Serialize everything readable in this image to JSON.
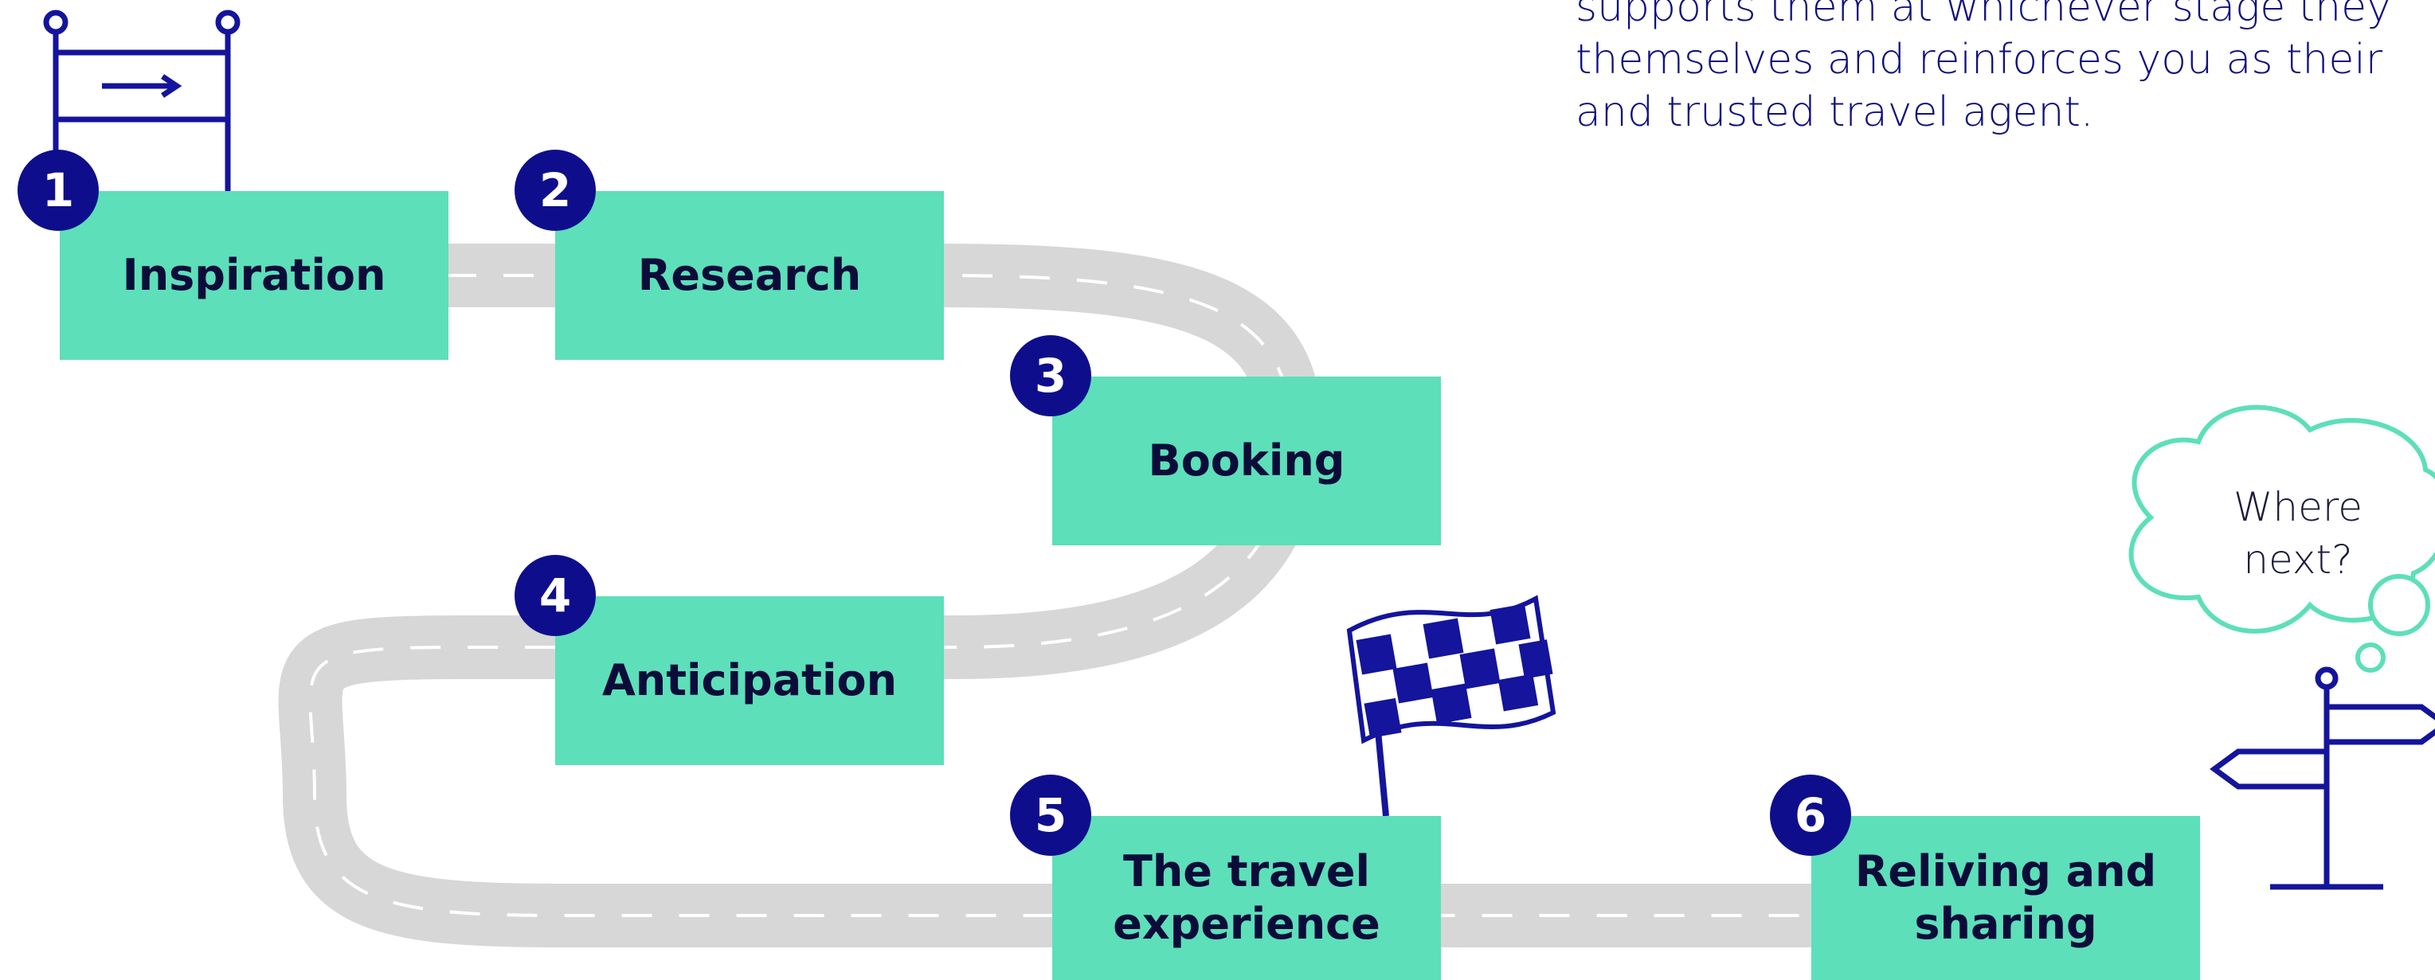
{
  "intro_text": {
    "line1": "supports them at whichever stage they",
    "line2": "themselves and reinforces you as their",
    "line3": "and trusted travel agent."
  },
  "stages": [
    {
      "number": "1",
      "label": "Inspiration"
    },
    {
      "number": "2",
      "label": "Research"
    },
    {
      "number": "3",
      "label": "Booking"
    },
    {
      "number": "4",
      "label": "Anticipation"
    },
    {
      "number": "5",
      "label": "The travel\nexperience"
    },
    {
      "number": "6",
      "label": "Reliving and\nsharing"
    }
  ],
  "thought_bubble": {
    "text": "Where\nnext?"
  },
  "colors": {
    "box": "#5ddfb9",
    "badge": "#0e0e8c",
    "road": "#d6d7d6",
    "road_dash": "#ffffff",
    "line_art": "#14149c",
    "cloud_outline": "#5ddfb9"
  },
  "icons": [
    "start-signpost-icon",
    "checkered-flag-icon",
    "thought-cloud-icon",
    "direction-signpost-icon"
  ]
}
